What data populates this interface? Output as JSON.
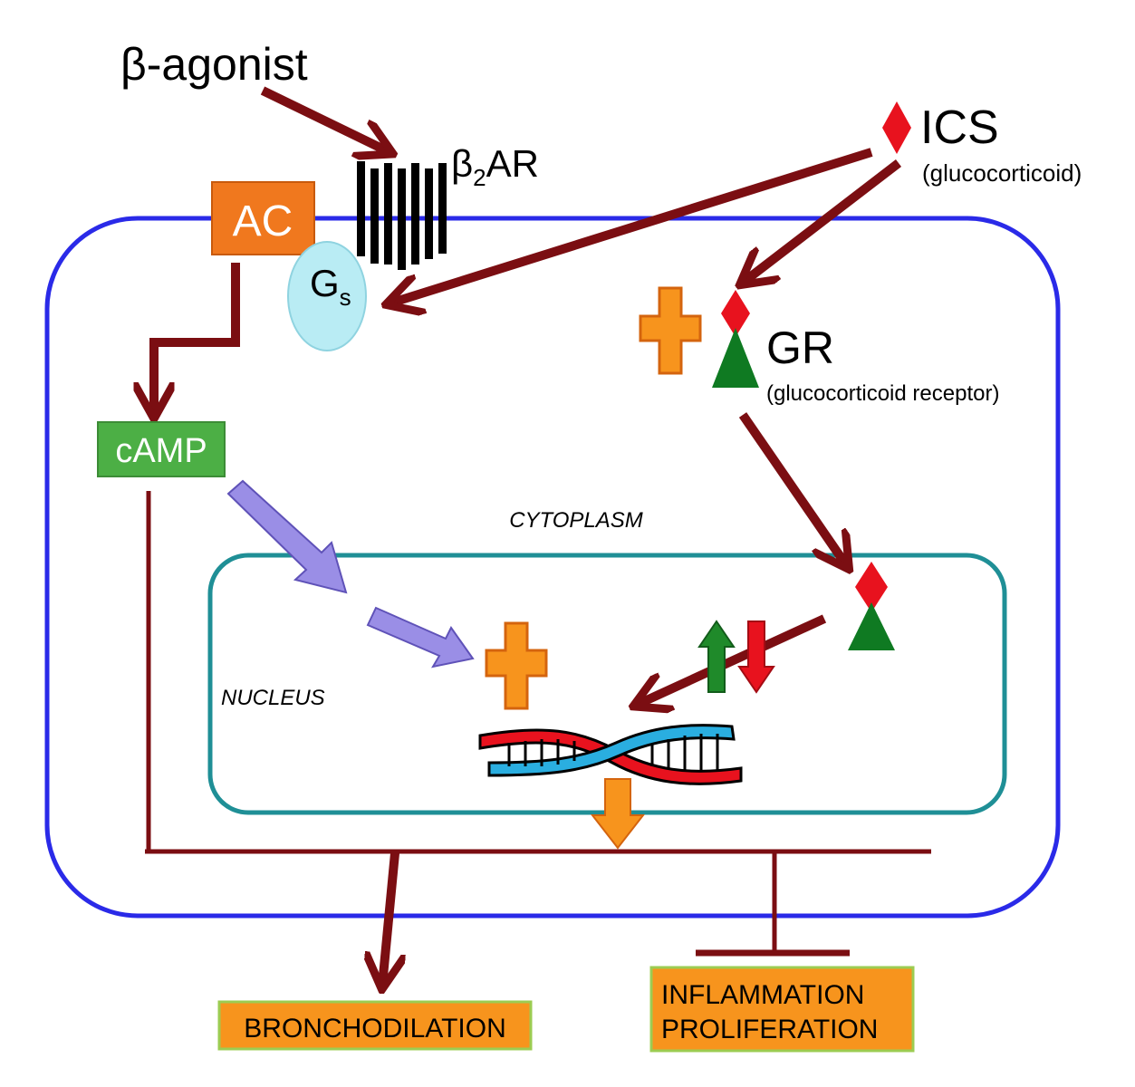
{
  "labels": {
    "beta_agonist": "β-agonist",
    "b2ar_beta": "β",
    "b2ar_sub": "2",
    "b2ar_rest": "AR",
    "ics": "ICS",
    "ics_sub": "(glucocorticoid)",
    "ac": "AC",
    "gs_main": "G",
    "gs_sub": "s",
    "gr": "GR",
    "gr_sub": "(glucocorticoid receptor)",
    "camp": "cAMP",
    "cytoplasm": "CYTOPLASM",
    "nucleus": "NUCLEUS",
    "bronchodilation": "BRONCHODILATION",
    "inflammation": "INFLAMMATION",
    "proliferation": "PROLIFERATION"
  },
  "colors": {
    "arrow": "#7b0e12",
    "cell_membrane": "#2a2ae8",
    "nucleus_membrane": "#1f8f96",
    "ac_box": "#f0781e",
    "gs": "#b9ecf4",
    "camp_box": "#4caf45",
    "outcome_box": "#f7941d",
    "plus": "#f7941d",
    "ics_diamond": "#e8121e",
    "gr_triangle": "#0f7a22",
    "cAMP_arrow": "#9a8ee6",
    "up_arrow": "#1f8a2a",
    "down_arrow": "#e8121e",
    "dna_red": "#e8121e",
    "dna_blue": "#2aaee0"
  }
}
